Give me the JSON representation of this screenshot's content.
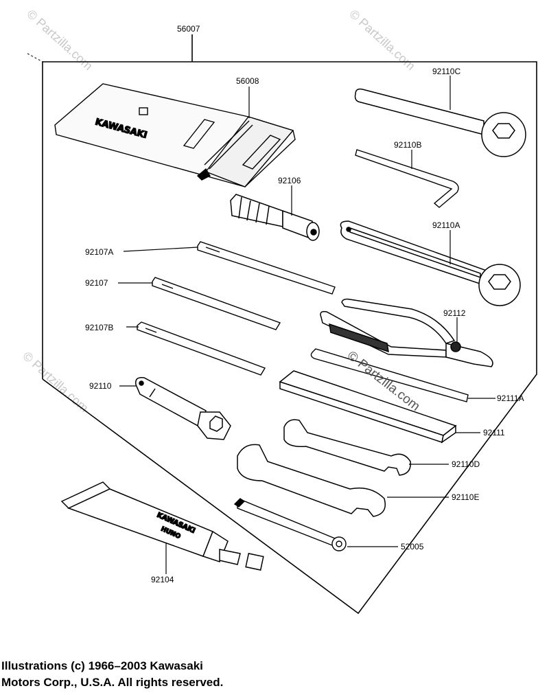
{
  "diagram": {
    "part_numbers": {
      "kit": "56007",
      "tool_bag": "56008",
      "wrench_c": "92110C",
      "hex_key_b": "92110B",
      "handle_92106": "92106",
      "pin_wrench_a": "92110A",
      "screwdriver_a": "92107A",
      "screwdriver": "92107",
      "screwdriver_b": "92107B",
      "pliers": "92112",
      "spark_plug_wrench": "92110",
      "bar_a": "92111A",
      "bar": "92111",
      "wrench_d": "92110D",
      "wrench_e": "92110E",
      "grease_tube": "92104",
      "socket": "52005"
    },
    "brand_bag": "KAWASAKI",
    "tube_text_1": "KAWASAKI",
    "tube_text_2": "HUNO",
    "watermarks": {
      "corner": "© Partzilla.com",
      "center": "© Partzilla.com"
    }
  },
  "footer": {
    "line1": "Illustrations (c) 1966–2003 Kawasaki",
    "line2": "Motors Corp., U.S.A.  All rights reserved."
  }
}
